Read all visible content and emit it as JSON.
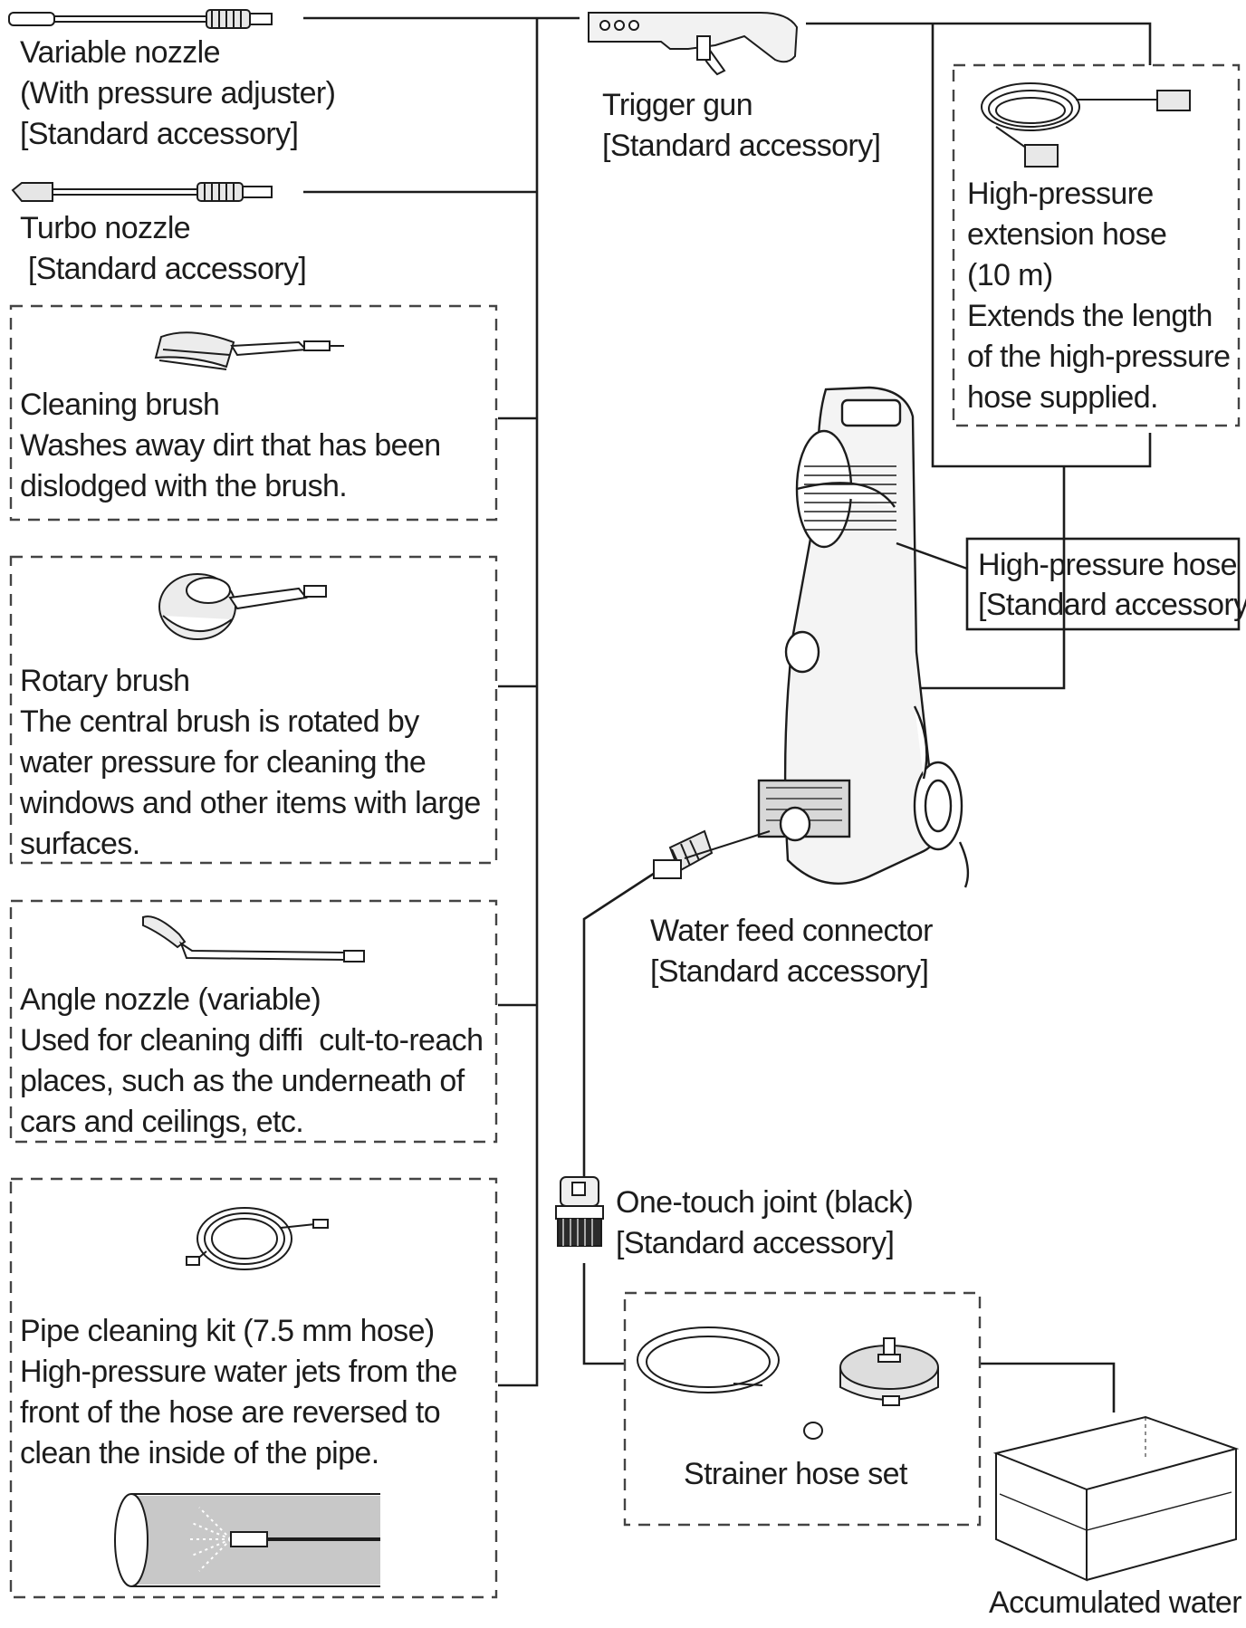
{
  "accessories": {
    "variable_nozzle": [
      "Variable nozzle",
      "(With pressure adjuster)",
      "[Standard accessory]"
    ],
    "turbo_nozzle": [
      "Turbo nozzle",
      " [Standard accessory]"
    ],
    "cleaning_brush": [
      "Cleaning brush",
      "Washes away dirt that has been",
      "dislodged with the brush."
    ],
    "rotary_brush": [
      "Rotary brush",
      "The central brush is rotated by",
      "water pressure for cleaning the",
      "windows and other items with large",
      "surfaces."
    ],
    "angle_nozzle": [
      "Angle nozzle (variable)",
      "Used for cleaning diffi  cult-to-reach",
      "places, such as the underneath of",
      "cars and ceilings, etc."
    ],
    "pipe_cleaning_kit": [
      "Pipe cleaning kit (7.5 mm hose)",
      "High-pressure water jets from the",
      "front of the hose are reversed to",
      "clean the inside of the pipe."
    ],
    "trigger_gun": [
      "Trigger gun",
      "[Standard accessory]"
    ],
    "extension_hose": [
      "High-pressure",
      "extension hose",
      "(10 m)",
      "Extends the length",
      "of the high-pressure",
      "hose supplied."
    ],
    "high_pressure_hose": [
      "High-pressure hose",
      "[Standard accessory]"
    ],
    "water_feed_connector": [
      "Water feed connector",
      "[Standard accessory]"
    ],
    "one_touch_joint": [
      "One-touch joint (black)",
      "[Standard accessory]"
    ],
    "strainer_hose_set": "Strainer hose set",
    "accumulated_water": "Accumulated water"
  },
  "icons": [
    "variable-nozzle-icon",
    "turbo-nozzle-icon",
    "cleaning-brush-icon",
    "rotary-brush-icon",
    "angle-nozzle-icon",
    "pipe-hose-coil-icon",
    "pipe-cleaning-illustration",
    "trigger-gun-icon",
    "extension-hose-icon",
    "pressure-washer-unit",
    "water-feed-connector-icon",
    "one-touch-joint-icon",
    "strainer-hose-icon",
    "strainer-filter-icon",
    "water-tank-icon"
  ],
  "colors": {
    "line": "#1c1c1c",
    "dashed_border": "#444444",
    "background": "#ffffff"
  }
}
